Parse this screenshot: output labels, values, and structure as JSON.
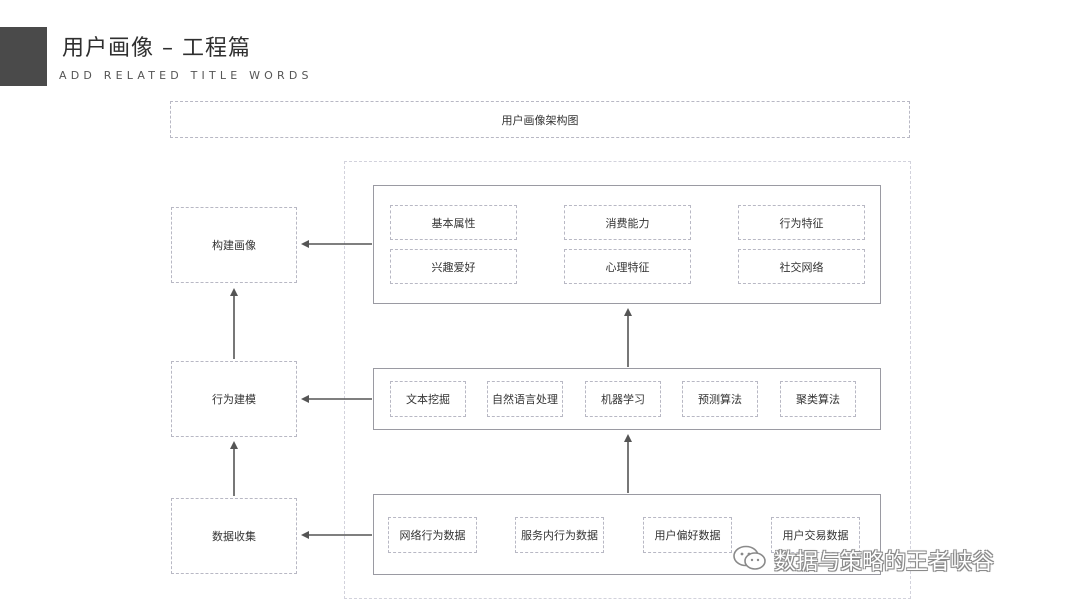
{
  "header": {
    "title": "用户画像 – 工程篇",
    "subtitle": "ADD RELATED TITLE WORDS"
  },
  "diagram": {
    "title": "用户画像架构图",
    "left": {
      "build_profile": "构建画像",
      "behavior_modeling": "行为建模",
      "data_collection": "数据收集"
    },
    "profile_tags": [
      "基本属性",
      "消费能力",
      "行为特征",
      "兴趣爱好",
      "心理特征",
      "社交网络"
    ],
    "techniques": [
      "文本挖掘",
      "自然语言处理",
      "机器学习",
      "预测算法",
      "聚类算法"
    ],
    "data_sources": [
      "网络行为数据",
      "服务内行为数据",
      "用户偏好数据",
      "用户交易数据"
    ]
  },
  "watermark": {
    "icon": "wechat-icon",
    "text": "数据与策略的王者峡谷"
  },
  "colors": {
    "title_block": "#4a4a4a",
    "dashed_border": "#b8b8c4",
    "solid_border": "#9a9aa2",
    "arrow": "#555555"
  }
}
